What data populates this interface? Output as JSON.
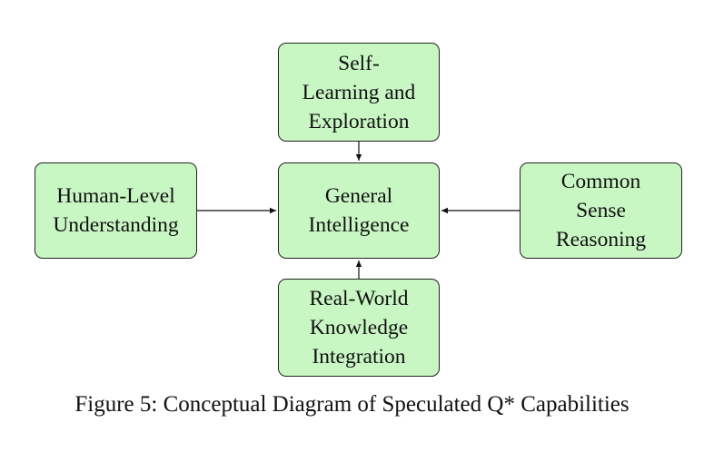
{
  "diagram": {
    "nodes": {
      "top": [
        "Self-",
        "Learning and",
        "Exploration"
      ],
      "center": [
        "General",
        "Intelligence"
      ],
      "left": [
        "Human-Level",
        "Understanding"
      ],
      "right": [
        "Common",
        "Sense",
        "Reasoning"
      ],
      "bottom": [
        "Real-World",
        "Knowledge",
        "Integration"
      ]
    },
    "edges": [
      {
        "from": "top",
        "to": "center"
      },
      {
        "from": "left",
        "to": "center"
      },
      {
        "from": "right",
        "to": "center"
      },
      {
        "from": "bottom",
        "to": "center"
      }
    ],
    "colors": {
      "node_fill": "#c9f7c4",
      "node_border": "#222222",
      "arrow": "#111111"
    }
  },
  "caption": "Figure 5: Conceptual Diagram of Speculated Q* Capabilities"
}
